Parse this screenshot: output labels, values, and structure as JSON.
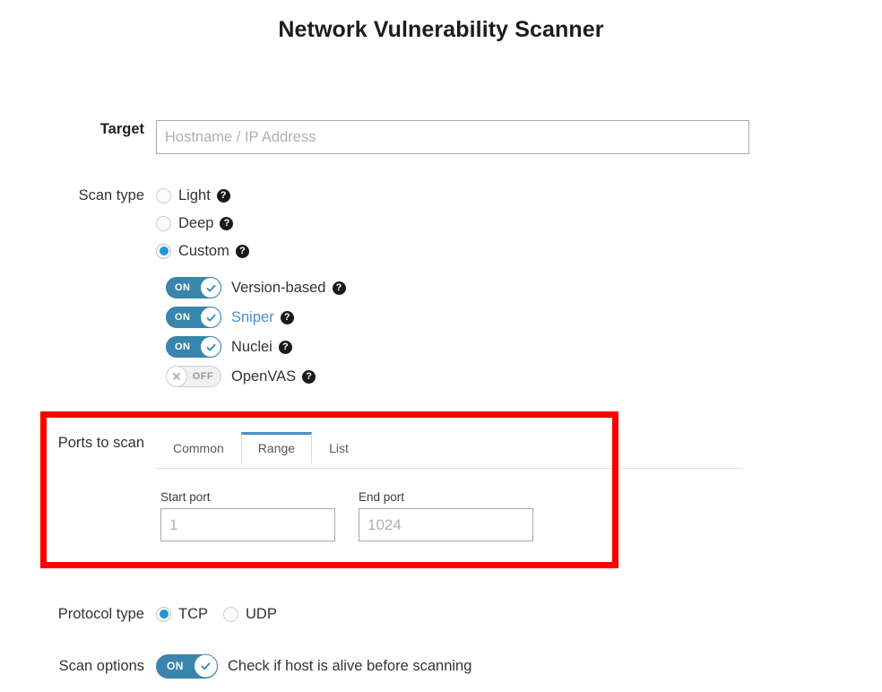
{
  "page": {
    "title": "Network Vulnerability Scanner",
    "accent_blue": "#3a85ab",
    "radio_blue": "#2196d6",
    "link_blue": "#4a8fc0",
    "highlight_red": "#fc0000"
  },
  "target": {
    "label": "Target",
    "placeholder": "Hostname / IP Address",
    "value": ""
  },
  "scan_type": {
    "label": "Scan type",
    "options": [
      {
        "label": "Light",
        "selected": false,
        "help": "?"
      },
      {
        "label": "Deep",
        "selected": false,
        "help": "?"
      },
      {
        "label": "Custom",
        "selected": true,
        "help": "?"
      }
    ],
    "custom_toggles": [
      {
        "label": "Version-based",
        "state": "ON",
        "state_on": true,
        "link": false,
        "help": "?"
      },
      {
        "label": "Sniper",
        "state": "ON",
        "state_on": true,
        "link": true,
        "help": "?"
      },
      {
        "label": "Nuclei",
        "state": "ON",
        "state_on": true,
        "link": false,
        "help": "?"
      },
      {
        "label": "OpenVAS",
        "state": "OFF",
        "state_on": false,
        "link": false,
        "help": "?"
      }
    ]
  },
  "ports": {
    "label": "Ports to scan",
    "tabs": [
      {
        "label": "Common",
        "active": false
      },
      {
        "label": "Range",
        "active": true
      },
      {
        "label": "List",
        "active": false
      }
    ],
    "start_port": {
      "label": "Start port",
      "placeholder": "1",
      "value": ""
    },
    "end_port": {
      "label": "End port",
      "placeholder": "1024",
      "value": ""
    }
  },
  "protocol": {
    "label": "Protocol type",
    "options": [
      {
        "label": "TCP",
        "selected": true
      },
      {
        "label": "UDP",
        "selected": false
      }
    ]
  },
  "scan_options": {
    "label": "Scan options",
    "toggle": {
      "state": "ON",
      "state_on": true,
      "text": "Check if host is alive before scanning"
    }
  }
}
